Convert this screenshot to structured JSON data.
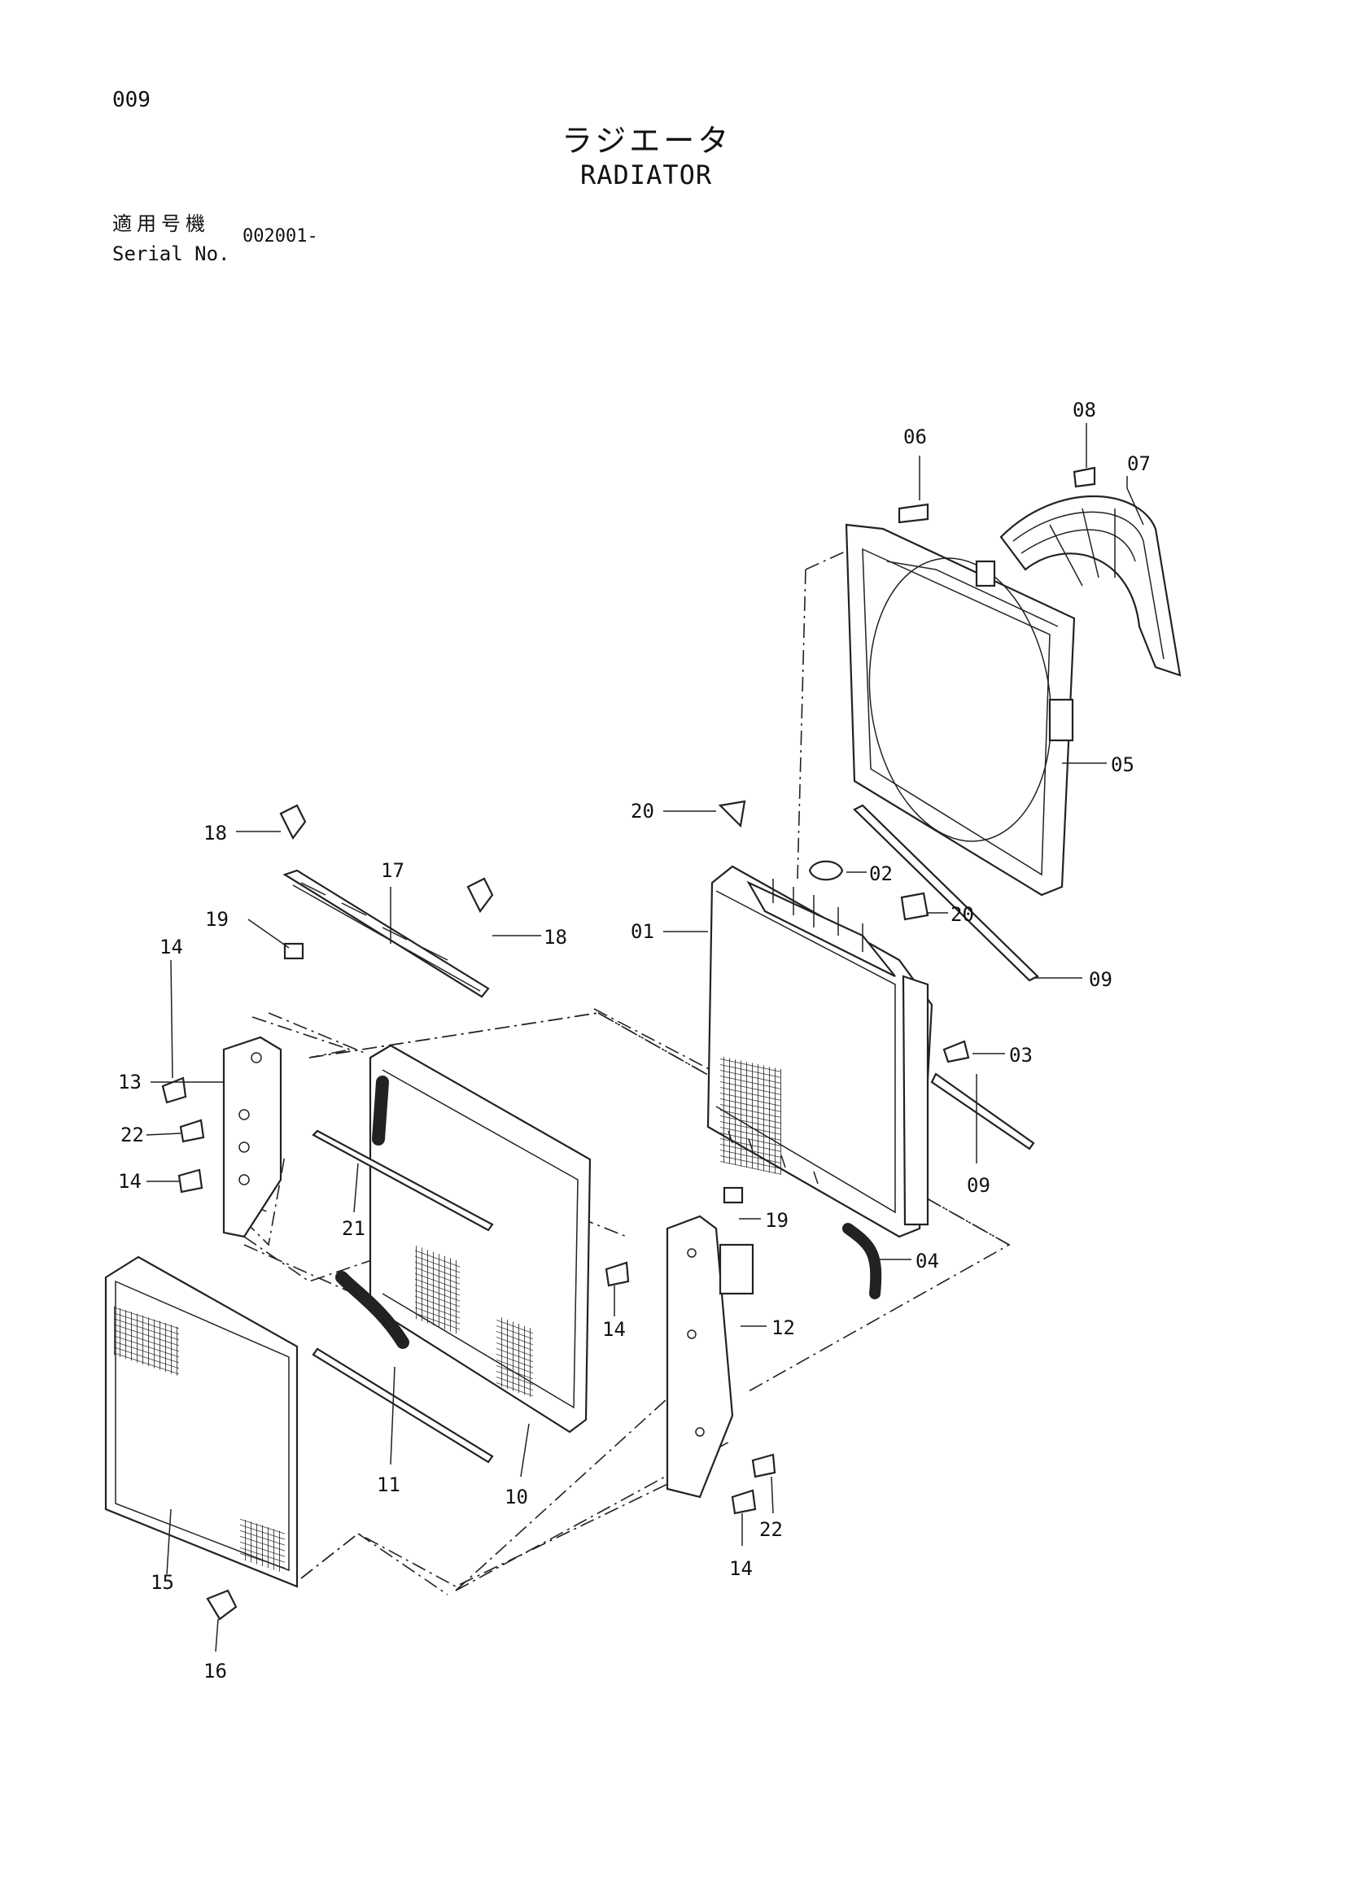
{
  "page_number": "009",
  "title_jp": "ラジエータ",
  "title_en": "RADIATOR",
  "serial_label_jp": "適用号機",
  "serial_label_en": "Serial No.",
  "serial_value": "002001-",
  "callouts": {
    "c01": "01",
    "c02": "02",
    "c03": "03",
    "c04": "04",
    "c05": "05",
    "c06": "06",
    "c07": "07",
    "c08": "08",
    "c09a": "09",
    "c09b": "09",
    "c10": "10",
    "c11": "11",
    "c12": "12",
    "c13": "13",
    "c14a": "14",
    "c14b": "14",
    "c14c": "14",
    "c14d": "14",
    "c15": "15",
    "c16": "16",
    "c17": "17",
    "c18a": "18",
    "c18b": "18",
    "c19a": "19",
    "c19b": "19",
    "c20a": "20",
    "c20b": "20",
    "c21": "21",
    "c22a": "22",
    "c22b": "22"
  }
}
